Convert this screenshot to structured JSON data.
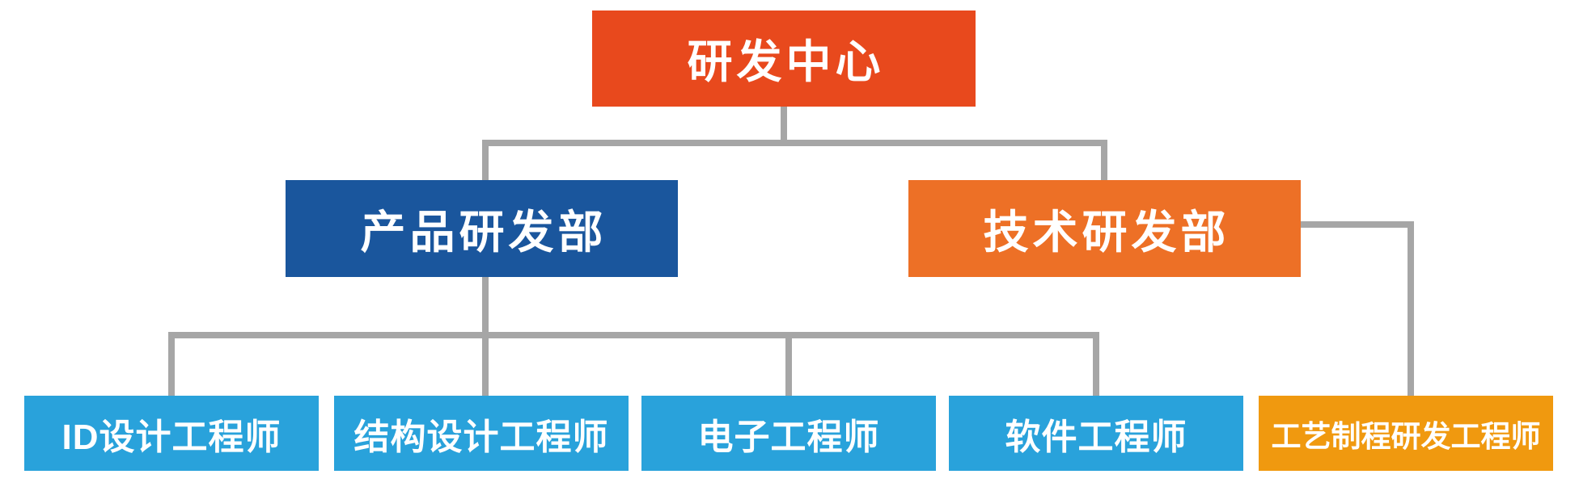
{
  "canvas": {
    "background": "#FFFFFF",
    "connector_color": "#A6A6A6"
  },
  "org_chart": {
    "type": "org-chart",
    "root": {
      "label": "研发中心",
      "color": "#E8491D"
    },
    "departments": [
      {
        "label": "产品研发部",
        "color": "#1A569D",
        "reports_to": "研发中心"
      },
      {
        "label": "技术研发部",
        "color": "#ED7026",
        "reports_to": "研发中心"
      }
    ],
    "roles": [
      {
        "label": "ID设计工程师",
        "color": "#29A2DB",
        "reports_to": "产品研发部"
      },
      {
        "label": "结构设计工程师",
        "color": "#29A2DB",
        "reports_to": "产品研发部"
      },
      {
        "label": "电子工程师",
        "color": "#29A2DB",
        "reports_to": "产品研发部"
      },
      {
        "label": "软件工程师",
        "color": "#29A2DB",
        "reports_to": "产品研发部"
      },
      {
        "label": "工艺制程研发工程师",
        "color": "#F0990F",
        "reports_to": "技术研发部"
      }
    ]
  }
}
